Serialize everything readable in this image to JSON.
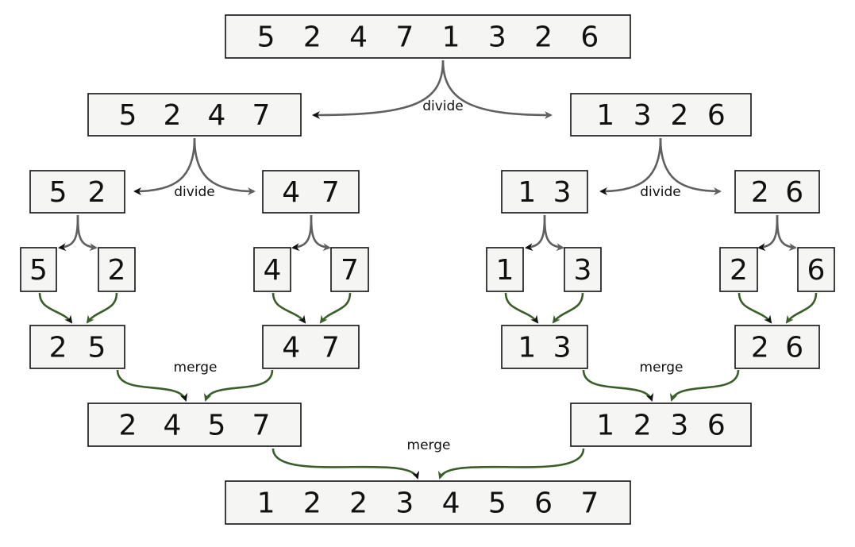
{
  "nodes": {
    "root": [
      "5",
      "2",
      "4",
      "7",
      "1",
      "3",
      "2",
      "6"
    ],
    "left_half": [
      "5",
      "2",
      "4",
      "7"
    ],
    "right_half": [
      "1",
      "3",
      "2",
      "6"
    ],
    "ll_pair": [
      "5",
      "2"
    ],
    "lr_pair": [
      "4",
      "7"
    ],
    "rl_pair": [
      "1",
      "3"
    ],
    "rr_pair": [
      "2",
      "6"
    ],
    "leaf_1": [
      "5"
    ],
    "leaf_2": [
      "2"
    ],
    "leaf_3": [
      "4"
    ],
    "leaf_4": [
      "7"
    ],
    "leaf_5": [
      "1"
    ],
    "leaf_6": [
      "3"
    ],
    "leaf_7": [
      "2"
    ],
    "leaf_8": [
      "6"
    ],
    "ll_sorted": [
      "2",
      "5"
    ],
    "lr_sorted": [
      "4",
      "7"
    ],
    "rl_sorted": [
      "1",
      "3"
    ],
    "rr_sorted": [
      "2",
      "6"
    ],
    "left_merged": [
      "2",
      "4",
      "5",
      "7"
    ],
    "right_merged": [
      "1",
      "2",
      "3",
      "6"
    ],
    "result": [
      "1",
      "2",
      "2",
      "3",
      "4",
      "5",
      "6",
      "7"
    ]
  },
  "labels": {
    "divide_top": "divide",
    "divide_left": "divide",
    "divide_right": "divide",
    "merge_left": "merge",
    "merge_right": "merge",
    "merge_bottom": "merge"
  },
  "colors": {
    "divide_arrow": "#606060",
    "merge_arrow": "#3a5e2a",
    "box_fill": "#f5f5f3",
    "box_stroke": "#111111"
  }
}
